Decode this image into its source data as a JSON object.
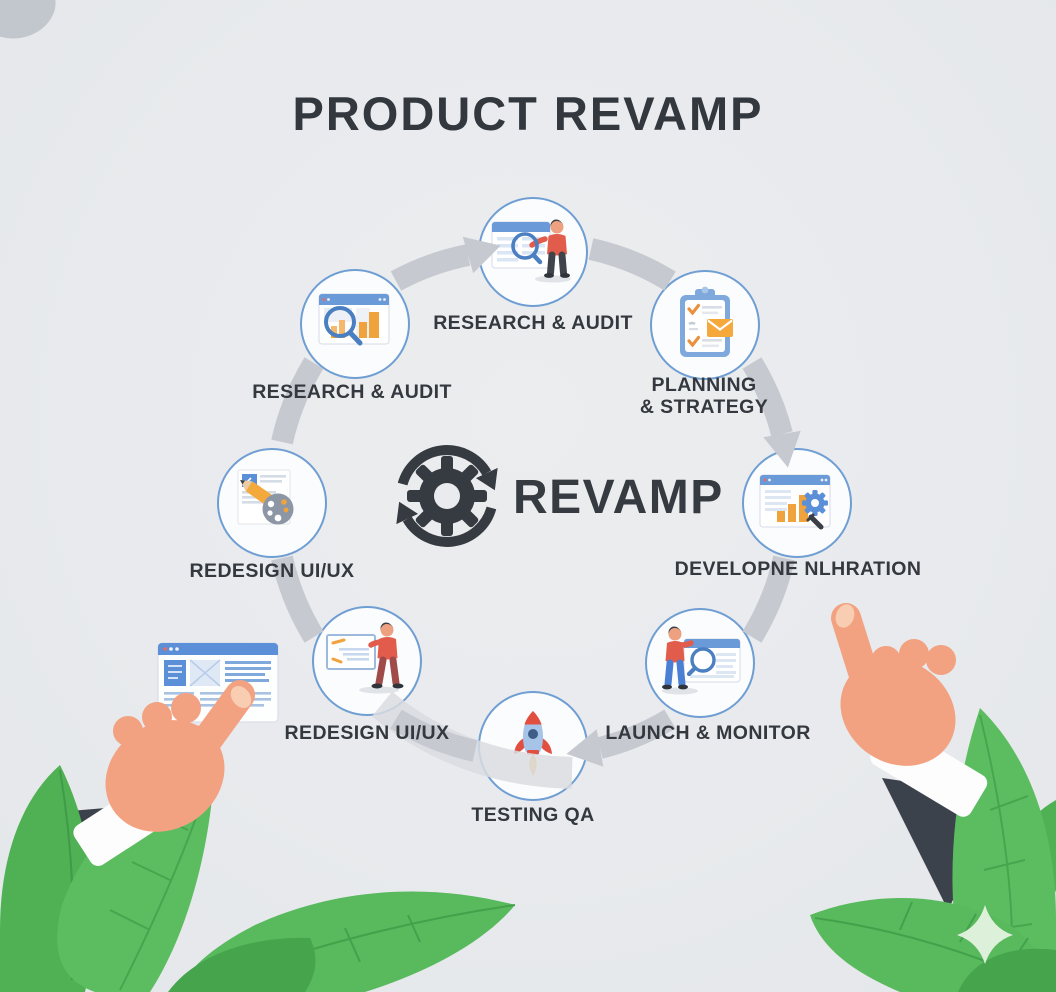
{
  "title": "PRODUCT REVAMP",
  "center": {
    "label": "REVAMP",
    "icon": "gear-sync-icon"
  },
  "nodes": [
    {
      "label": "RESEARCH & AUDIT",
      "icon": "person-magnifier-browser-icon"
    },
    {
      "label": "PLANNING\n& STRATEGY",
      "icon": "clipboard-checklist-icon"
    },
    {
      "label": "DEVELOPNE NLHRATION",
      "icon": "browser-chart-gear-icon"
    },
    {
      "label": "LAUNCH & MONITOR",
      "icon": "person-monitor-browser-icon"
    },
    {
      "label": "TESTING QA",
      "icon": "rocket-icon"
    },
    {
      "label": "REDESIGN UI/UX",
      "icon": "person-whiteboard-icon"
    },
    {
      "label": "REDESIGN UI/UX",
      "icon": "document-pencil-palette-icon"
    },
    {
      "label": "RESEARCH & AUDIT",
      "icon": "browser-chart-magnifier-icon"
    }
  ],
  "colors": {
    "background": "#e9ebee",
    "ring": "#c6cad0",
    "circle_border": "#6f9ed3",
    "text": "#34393f",
    "accent_red": "#e25c4b",
    "accent_orange": "#f2a541",
    "accent_blue": "#5b8fd8",
    "leaf_green": "#5cbd60",
    "skin": "#f2a181",
    "suit": "#3c424b"
  },
  "decorations": {
    "left_corner": [
      "leaf-cluster",
      "pointing-hand",
      "browser-card"
    ],
    "right_corner": [
      "leaf-cluster",
      "pointing-hand",
      "sparkle"
    ]
  }
}
